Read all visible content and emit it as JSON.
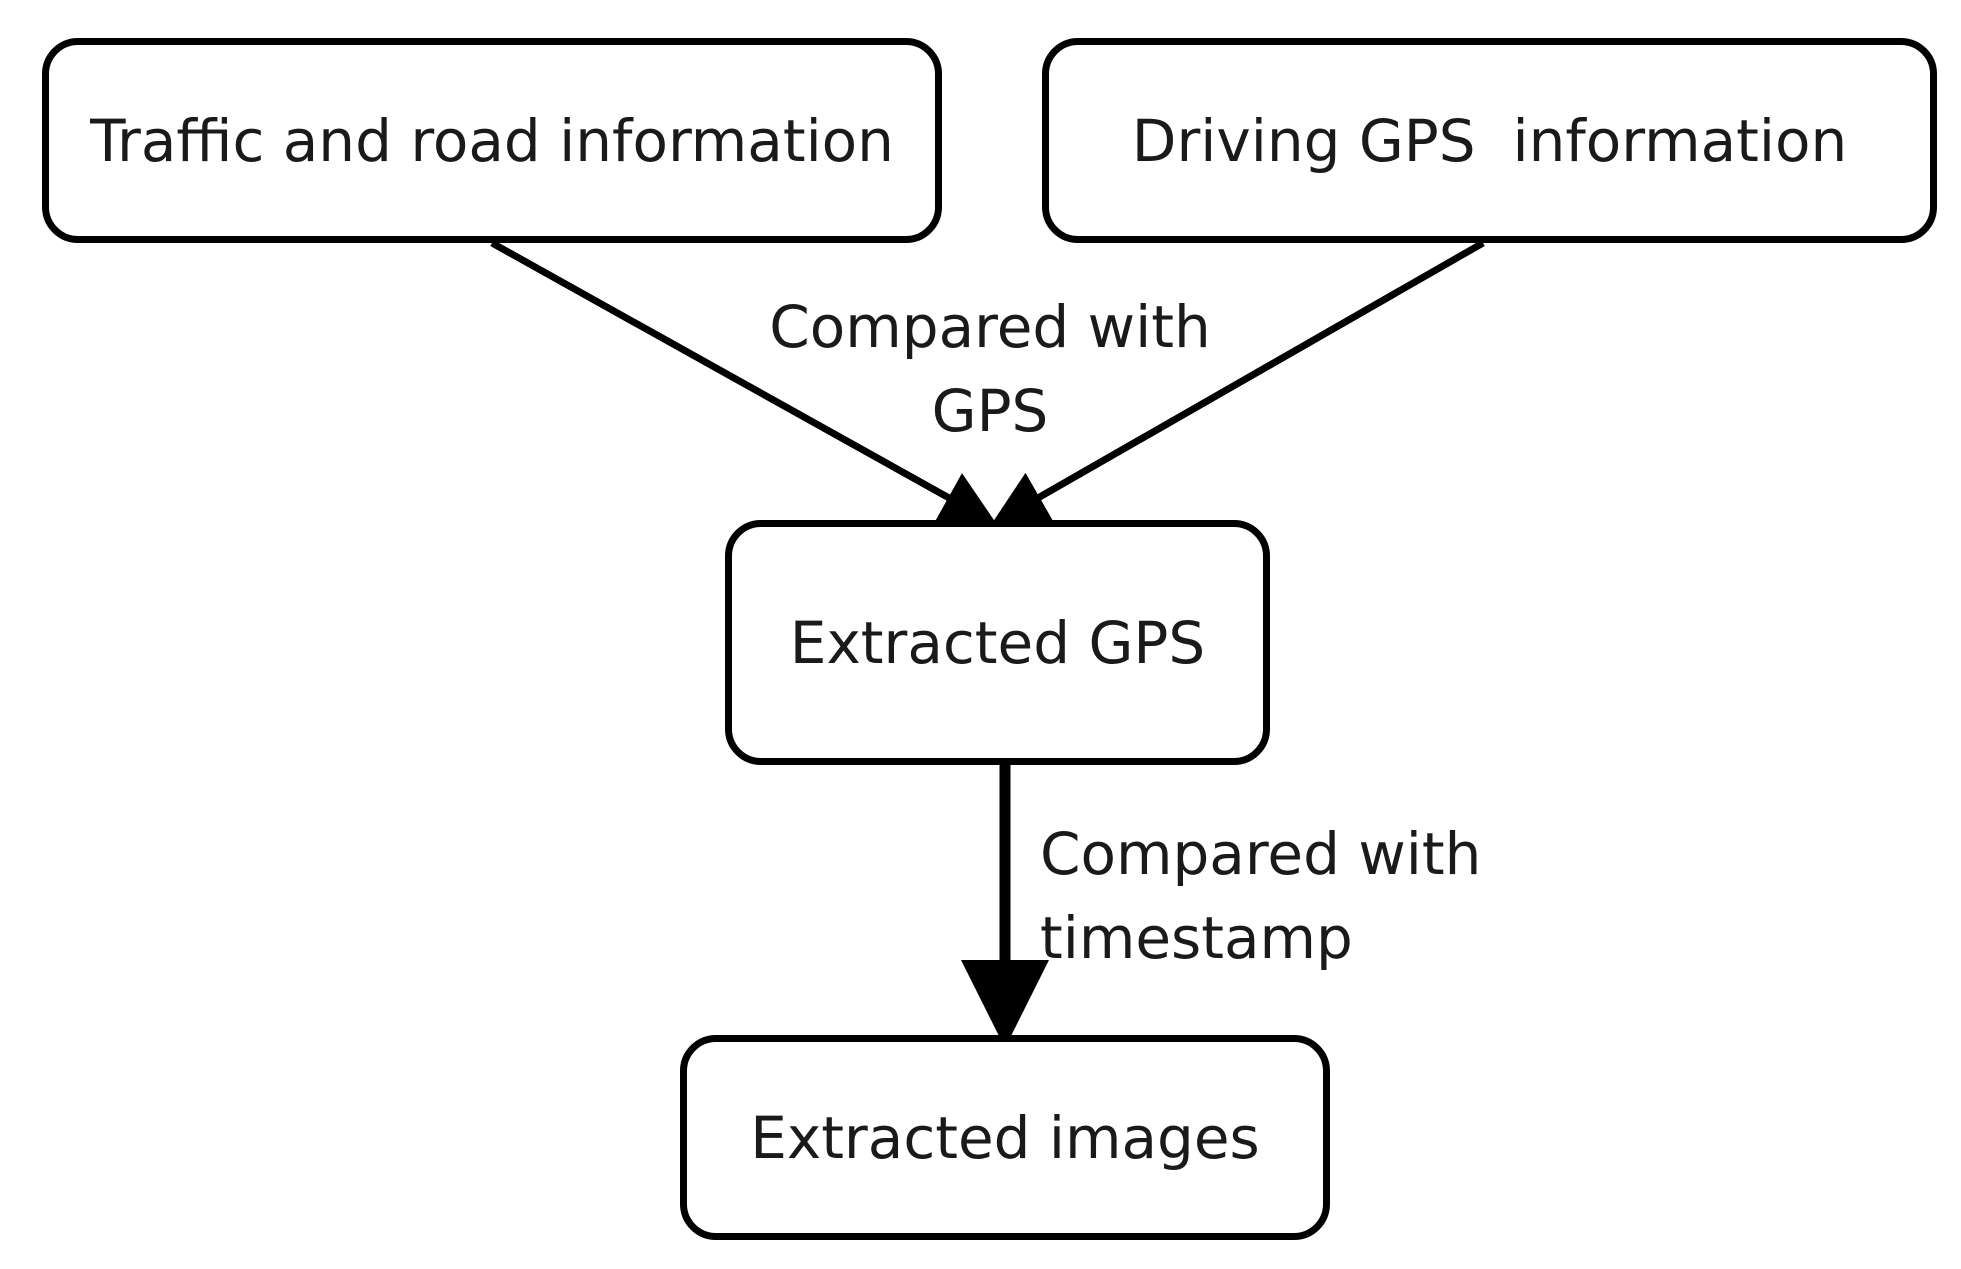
{
  "nodes": {
    "traffic_road": "Traffic and road information",
    "driving_gps": "Driving GPS  information",
    "extracted_gps": "Extracted GPS",
    "extracted_images": "Extracted images"
  },
  "edges": {
    "to_gps": {
      "line1": "Compared with",
      "line2": "GPS"
    },
    "to_images": {
      "line1": "Compared with",
      "line2": "timestamp"
    }
  },
  "colors": {
    "stroke": "#000000",
    "text": "#1a1a1a",
    "background": "#ffffff"
  }
}
